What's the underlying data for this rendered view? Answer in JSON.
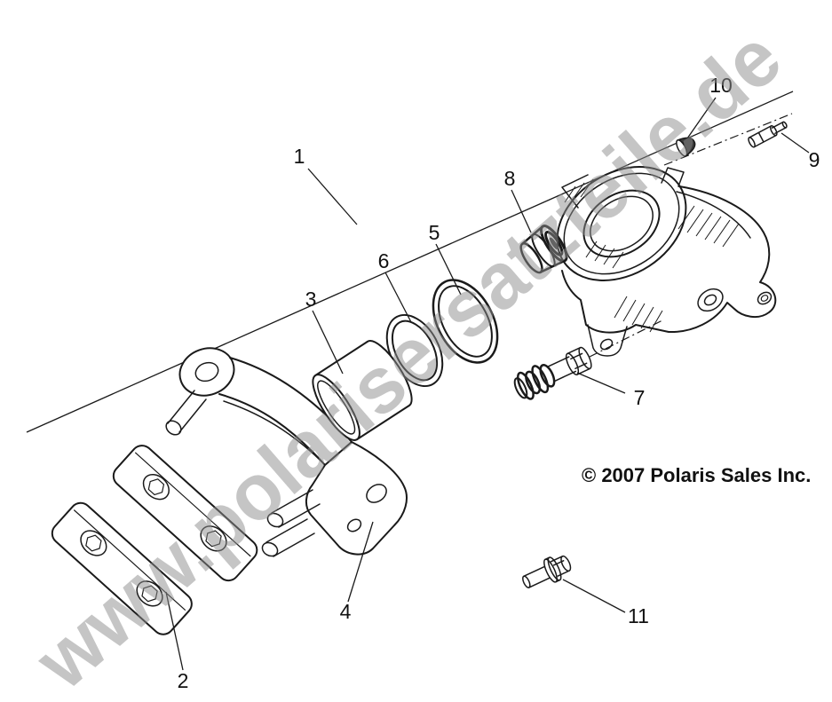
{
  "diagram": {
    "watermark": "www.polarisersatzteile.de",
    "copyright": "© 2007 Polaris Sales Inc.",
    "callouts": [
      "1",
      "2",
      "3",
      "4",
      "5",
      "6",
      "7",
      "8",
      "9",
      "10",
      "11"
    ],
    "colors": {
      "ink": "#1a1a1a",
      "watermark_gray": "#8d8d8d"
    }
  }
}
